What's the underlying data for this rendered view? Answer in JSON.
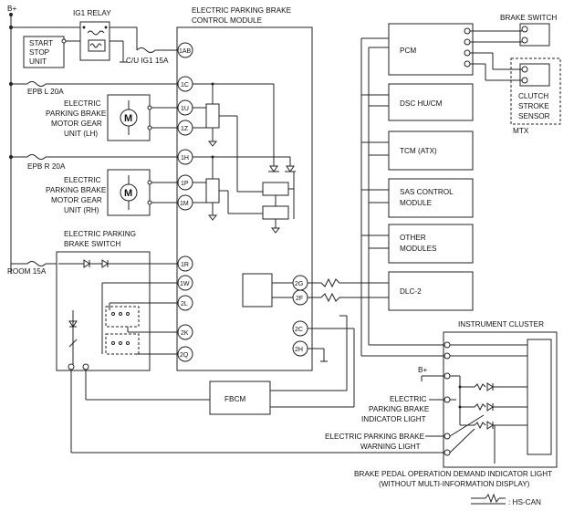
{
  "labels": {
    "b_plus_top": "B+",
    "ig1_relay": "IG1 RELAY",
    "start_stop_unit": [
      "START",
      "STOP",
      "UNIT"
    ],
    "cu_ig1": "C/U IG1 15A",
    "epb_l": "EPB L 20A",
    "epb_r": "EPB R 20A",
    "room": "ROOM 15A",
    "module_title": [
      "ELECTRIC PARKING BRAKE",
      "CONTROL MODULE"
    ],
    "motor_lh": [
      "ELECTRIC",
      "PARKING BRAKE",
      "MOTOR GEAR",
      "UNIT (LH)"
    ],
    "motor_rh": [
      "ELECTRIC",
      "PARKING BRAKE",
      "MOTOR GEAR",
      "UNIT (RH)"
    ],
    "motor_letter": "M",
    "epb_switch": [
      "ELECTRIC PARKING",
      "BRAKE SWITCH"
    ],
    "fbcm": "FBCM",
    "brake_switch": "BRAKE SWITCH",
    "clutch_sensor": [
      "CLUTCH",
      "STROKE",
      "SENSOR"
    ],
    "mtx": "MTX",
    "instrument_cluster": "INSTRUMENT CLUSTER",
    "b_plus_cluster": "B+",
    "indicator_light": [
      "ELECTRIC",
      "PARKING BRAKE",
      "INDICATOR LIGHT"
    ],
    "warning_light": [
      "ELECTRIC PARKING BRAKE",
      "WARNING LIGHT"
    ],
    "footnote": [
      "BRAKE PEDAL OPERATION DEMAND INDICATOR LIGHT",
      "(WITHOUT MULTI-INFORMATION DISPLAY)"
    ],
    "legend_hs_can": ": HS-CAN"
  },
  "pins": {
    "p1AB": "1AB",
    "p1C": "1C",
    "p1U": "1U",
    "p1Z": "1Z",
    "p1H": "1H",
    "p1P": "1P",
    "p1M": "1M",
    "p1R": "1R",
    "p1W": "1W",
    "p2L": "2L",
    "p2K": "2K",
    "p2Q": "2Q",
    "p2G": "2G",
    "p2F": "2F",
    "p2C": "2C",
    "p2H": "2H"
  },
  "modules": {
    "pcm": "PCM",
    "dsc": "DSC HU/CM",
    "tcm": "TCM (ATX)",
    "sas": [
      "SAS CONTROL",
      "MODULE"
    ],
    "other": [
      "OTHER",
      "MODULES"
    ],
    "dlc": "DLC-2"
  }
}
